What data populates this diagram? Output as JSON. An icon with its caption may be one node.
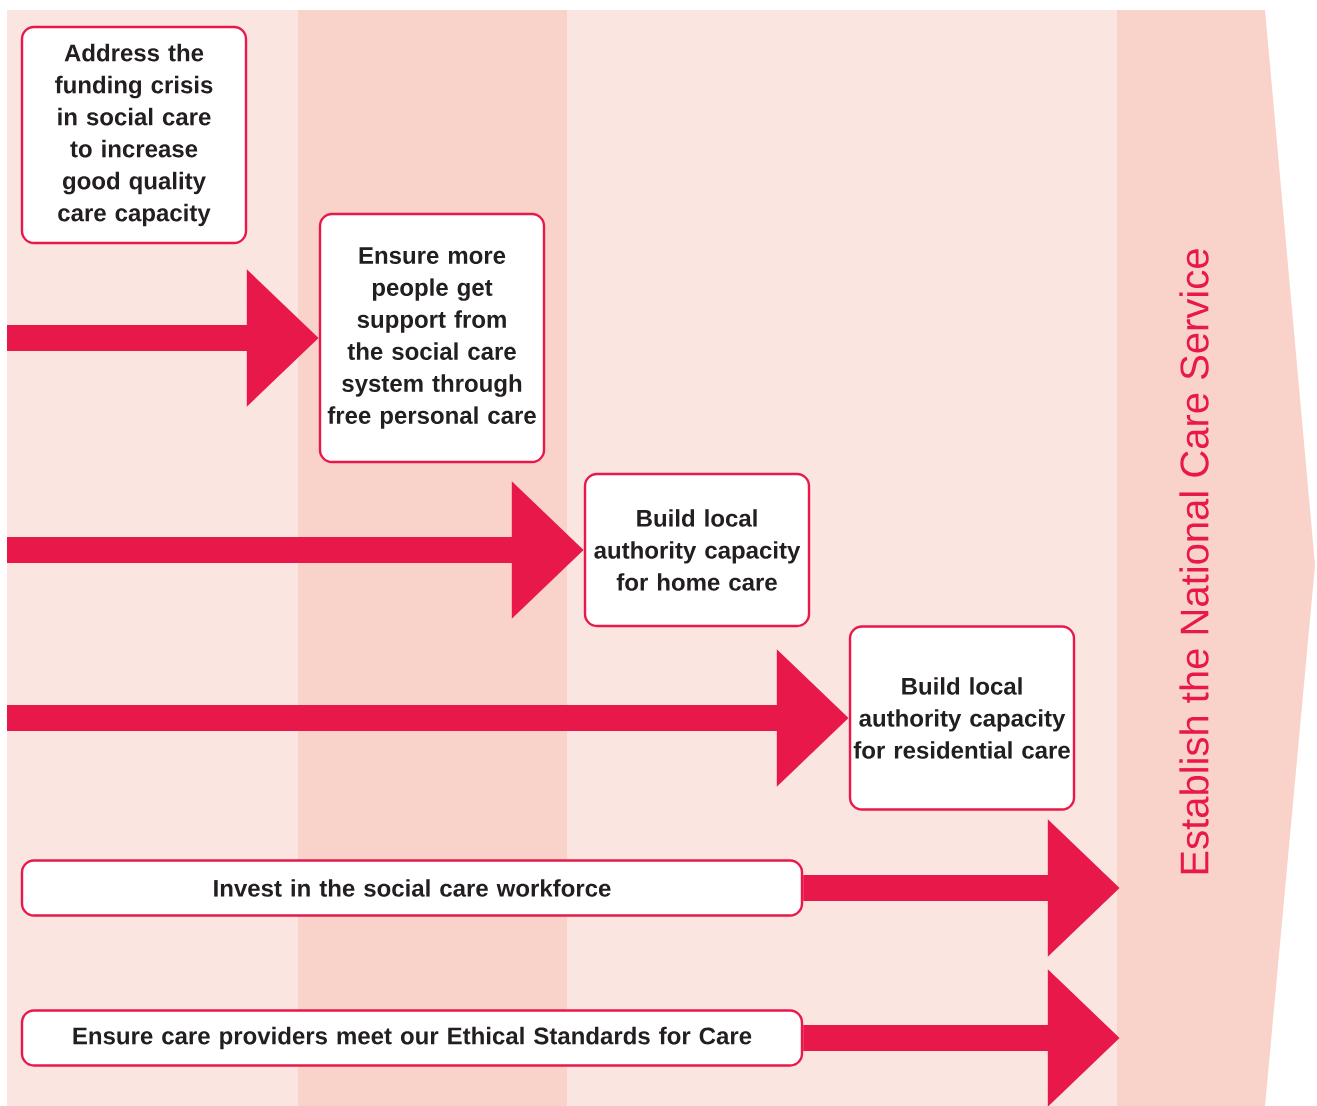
{
  "diagram": {
    "nodes": [
      {
        "text": [
          "Address the funding crisis in social care to increase good quality care capacity"
        ]
      },
      {
        "text": [
          "Ensure more people get support from the social care system through free personal care"
        ]
      },
      {
        "text": [
          "Build local authority capacity for home care"
        ]
      },
      {
        "text": [
          "Build local authority capacity for residential care"
        ]
      },
      {
        "text": [
          "Invest in the social care workforce"
        ]
      },
      {
        "text": [
          "Ensure care providers meet our Ethical Standards for Care"
        ]
      },
      {
        "text": [
          "Establish the National Care Service"
        ]
      }
    ],
    "edges": [
      {
        "from": null,
        "to": 1,
        "arrow": "to"
      },
      {
        "from": null,
        "to": 2,
        "arrow": "to"
      },
      {
        "from": null,
        "to": 3,
        "arrow": "to"
      },
      {
        "from": 4,
        "to": 6,
        "arrow": "to"
      },
      {
        "from": 5,
        "to": 6,
        "arrow": "to"
      }
    ]
  }
}
